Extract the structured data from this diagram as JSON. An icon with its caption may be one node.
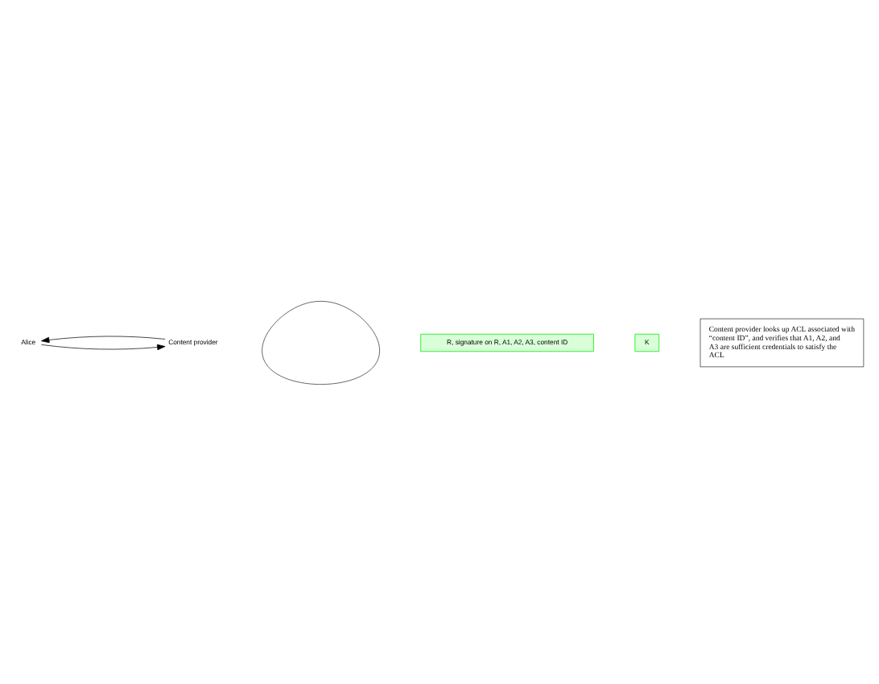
{
  "diagram": {
    "nodes": [
      {
        "text": [
          "Alice"
        ]
      },
      {
        "text": [
          "Content provider"
        ]
      },
      {
        "text": [],
        "shape": "cloud"
      },
      {
        "text": [
          "R, signature on R, A1, A2, A3, content ID"
        ]
      },
      {
        "text": [
          "K"
        ]
      },
      {
        "text": [
          "Content provider looks up ACL associated with “content ID”, and verifies that A1, A2, and A3 are sufficient credentials to satisfy the ACL"
        ]
      }
    ],
    "edges": [
      {
        "from": 0,
        "to": 1,
        "arrow": "to"
      },
      {
        "from": 1,
        "to": 0,
        "arrow": "to"
      }
    ]
  }
}
